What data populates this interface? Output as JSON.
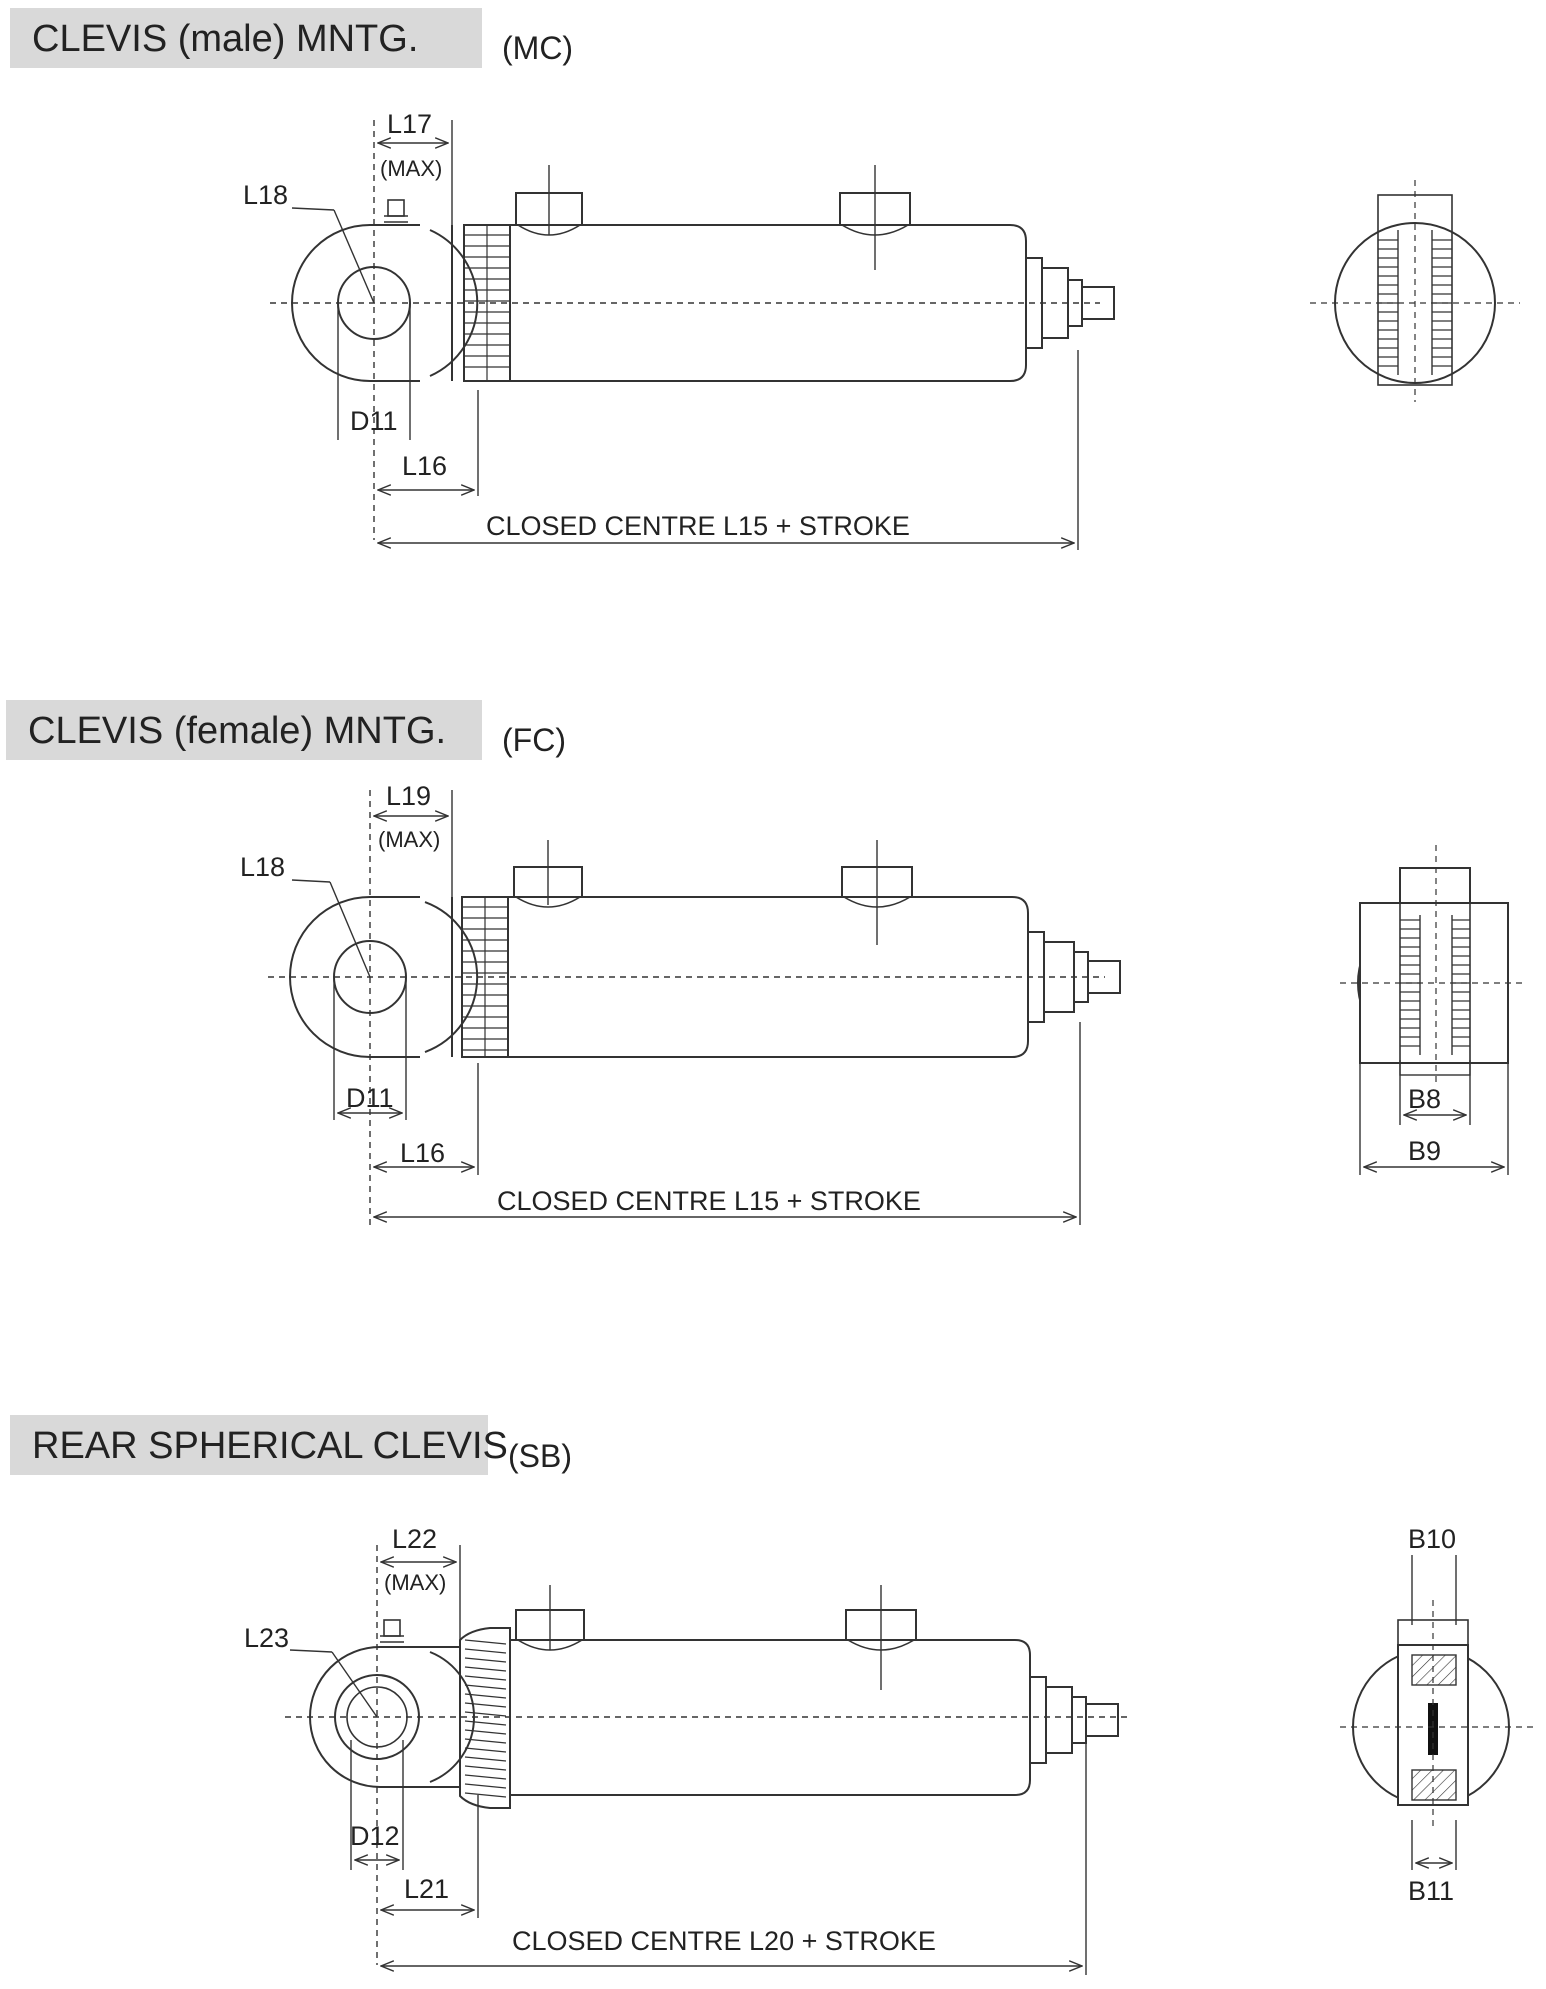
{
  "sections": [
    {
      "title": "CLEVIS (male) MNTG.",
      "code": "(MC)",
      "labels": {
        "pin_offset": "L17",
        "max_note": "(MAX)",
        "bore": "L18",
        "pin_dia": "D11",
        "clevis_len": "L16",
        "overall": "CLOSED CENTRE L15 + STROKE"
      }
    },
    {
      "title": "CLEVIS (female) MNTG.",
      "code": "(FC)",
      "labels": {
        "pin_offset": "L19",
        "max_note": "(MAX)",
        "bore": "L18",
        "pin_dia": "D11",
        "clevis_len": "L16",
        "overall": "CLOSED CENTRE L15 + STROKE",
        "inner_width": "B8",
        "outer_width": "B9"
      }
    },
    {
      "title": "REAR SPHERICAL CLEVIS",
      "code": "(SB)",
      "labels": {
        "pin_offset": "L22",
        "max_note": "(MAX)",
        "bore": "L23",
        "pin_dia": "D12",
        "clevis_len": "L21",
        "overall": "CLOSED CENTRE L20 + STROKE",
        "top_width": "B10",
        "bottom_width": "B11"
      }
    }
  ]
}
